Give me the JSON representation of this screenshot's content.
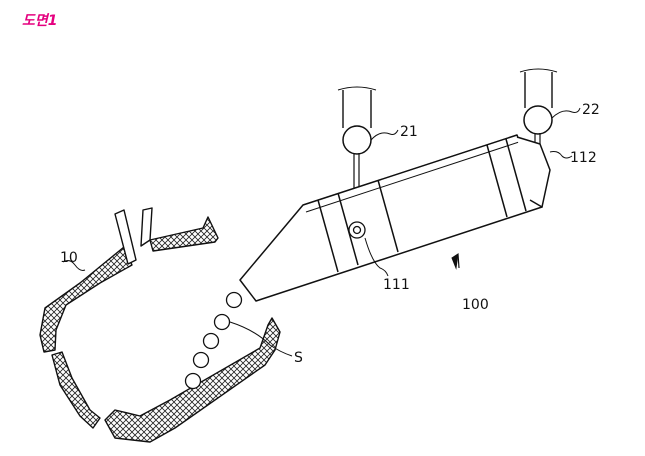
{
  "figure": {
    "title": "도면1",
    "title_color": "#e5007f"
  },
  "labels": {
    "wire_left": "21",
    "wire_right": "22",
    "end_cap": "112",
    "inner_part": "111",
    "body": "100",
    "mold": "10",
    "spheres": "S"
  },
  "colors": {
    "line": "#111111",
    "hatch": "#222222"
  }
}
